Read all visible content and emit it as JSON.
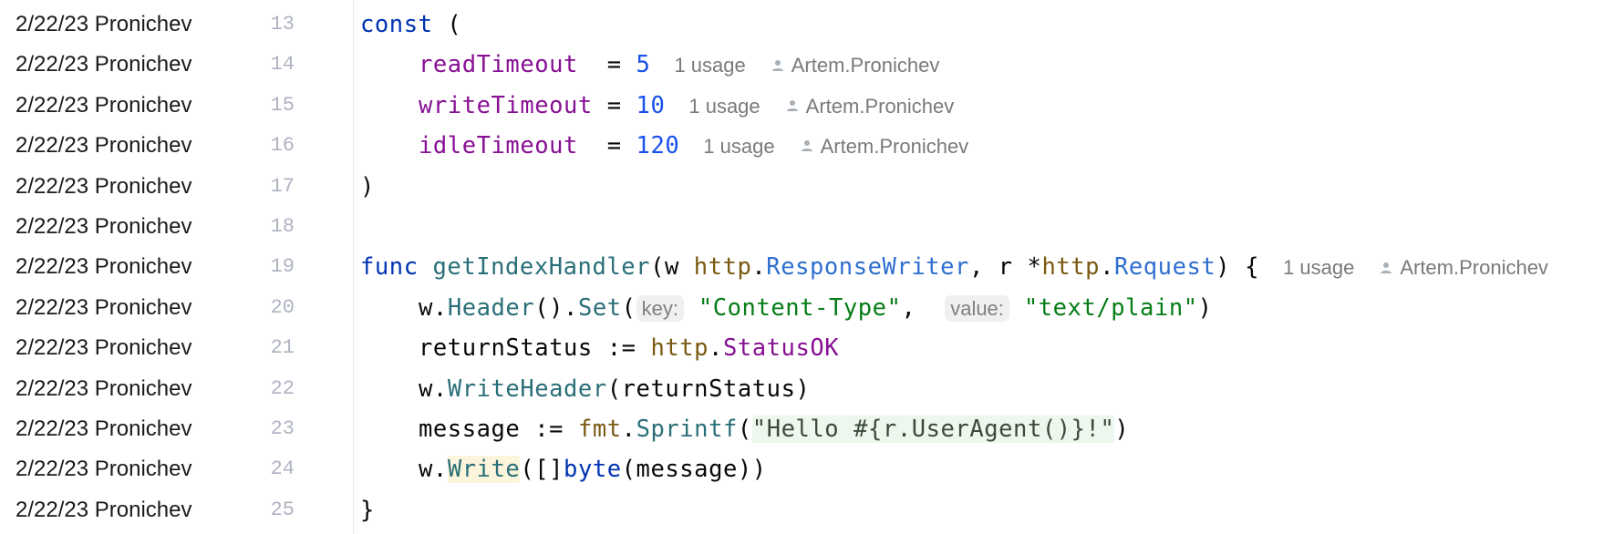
{
  "annotations": [
    {
      "line": 13,
      "date": "2/22/23",
      "author": "Pronichev"
    },
    {
      "line": 14,
      "date": "2/22/23",
      "author": "Pronichev"
    },
    {
      "line": 15,
      "date": "2/22/23",
      "author": "Pronichev"
    },
    {
      "line": 16,
      "date": "2/22/23",
      "author": "Pronichev"
    },
    {
      "line": 17,
      "date": "2/22/23",
      "author": "Pronichev"
    },
    {
      "line": 18,
      "date": "2/22/23",
      "author": "Pronichev"
    },
    {
      "line": 19,
      "date": "2/22/23",
      "author": "Pronichev"
    },
    {
      "line": 20,
      "date": "2/22/23",
      "author": "Pronichev"
    },
    {
      "line": 21,
      "date": "2/22/23",
      "author": "Pronichev"
    },
    {
      "line": 22,
      "date": "2/22/23",
      "author": "Pronichev"
    },
    {
      "line": 23,
      "date": "2/22/23",
      "author": "Pronichev"
    },
    {
      "line": 24,
      "date": "2/22/23",
      "author": "Pronichev"
    },
    {
      "line": 25,
      "date": "2/22/23",
      "author": "Pronichev"
    }
  ],
  "line_numbers": [
    "13",
    "14",
    "15",
    "16",
    "17",
    "18",
    "19",
    "20",
    "21",
    "22",
    "23",
    "24",
    "25"
  ],
  "code": {
    "l13": {
      "kw": "const",
      "rest": " ("
    },
    "l14": {
      "name": "readTimeout",
      "pad": "  = ",
      "value": "5"
    },
    "l15": {
      "name": "writeTimeout",
      "pad": " = ",
      "value": "10"
    },
    "l16": {
      "name": "idleTimeout",
      "pad": "  = ",
      "value": "120"
    },
    "l17": {
      "text": ")"
    },
    "l19": {
      "kw": "func",
      "fn": "getIndexHandler",
      "p1": "(w ",
      "pkg1": "http",
      "dot1": ".",
      "typ1": "ResponseWriter",
      "p2": ", r *",
      "pkg2": "http",
      "dot2": ".",
      "typ2": "Request",
      "p3": ") {"
    },
    "l20": {
      "recv": "w.",
      "m1": "Header",
      "p1": "().",
      "m2": "Set",
      "p2": "(",
      "hint_key": "key:",
      "s1": "\"Content-Type\"",
      "comma": ", ",
      "hint_value": "value:",
      "s2": "\"text/plain\"",
      "p3": ")"
    },
    "l21": {
      "var": "returnStatus := ",
      "pkg": "http",
      "dot": ".",
      "cst": "StatusOK"
    },
    "l22": {
      "recv": "w.",
      "m": "WriteHeader",
      "args": "(returnStatus)"
    },
    "l23": {
      "var": "message := ",
      "pkg": "fmt",
      "dot": ".",
      "m": "Sprintf",
      "p1": "(",
      "s": "\"Hello #{r.UserAgent()}!\"",
      "p2": ")"
    },
    "l24": {
      "recv": "w.",
      "m": "Write",
      "p1": "([]",
      "kw": "byte",
      "p2": "(message))"
    },
    "l25": {
      "text": "}"
    }
  },
  "inlays": {
    "l14": {
      "usage": "1 usage",
      "author": "Artem.Pronichev"
    },
    "l15": {
      "usage": "1 usage",
      "author": "Artem.Pronichev"
    },
    "l16": {
      "usage": "1 usage",
      "author": "Artem.Pronichev"
    },
    "l19": {
      "usage": "1 usage",
      "author": "Artem.Pronichev"
    }
  },
  "colors": {
    "keyword": "#0033b3",
    "function": "#2a6f78",
    "package": "#7a5a12",
    "type": "#2f6fd0",
    "constant": "#871094",
    "number": "#1750eb",
    "string": "#067d17",
    "injected_bg": "#edf7ed",
    "usage_highlight_bg": "#fcf5dc",
    "line_number": "#aeb3c2",
    "inlay_text": "#7a7a7a"
  }
}
